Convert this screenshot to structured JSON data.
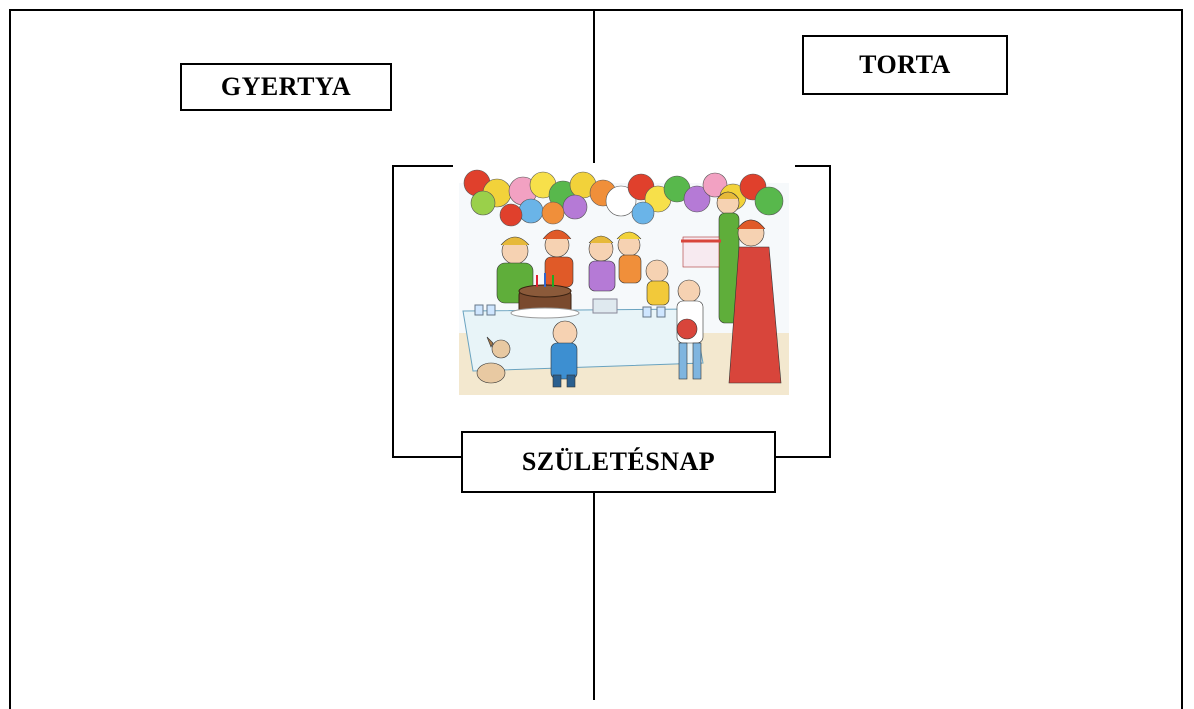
{
  "labels": {
    "candle": "GYERTYA",
    "cake": "TORTA",
    "birthday": "SZÜLETÉSNAP"
  },
  "illustration": {
    "subject": "birthday-party-scene",
    "colors": {
      "tablecloth": "#e8f4f8",
      "floor": "#f3e8cf",
      "cake": "#7a4a2e",
      "dress": "#d8453b"
    }
  }
}
